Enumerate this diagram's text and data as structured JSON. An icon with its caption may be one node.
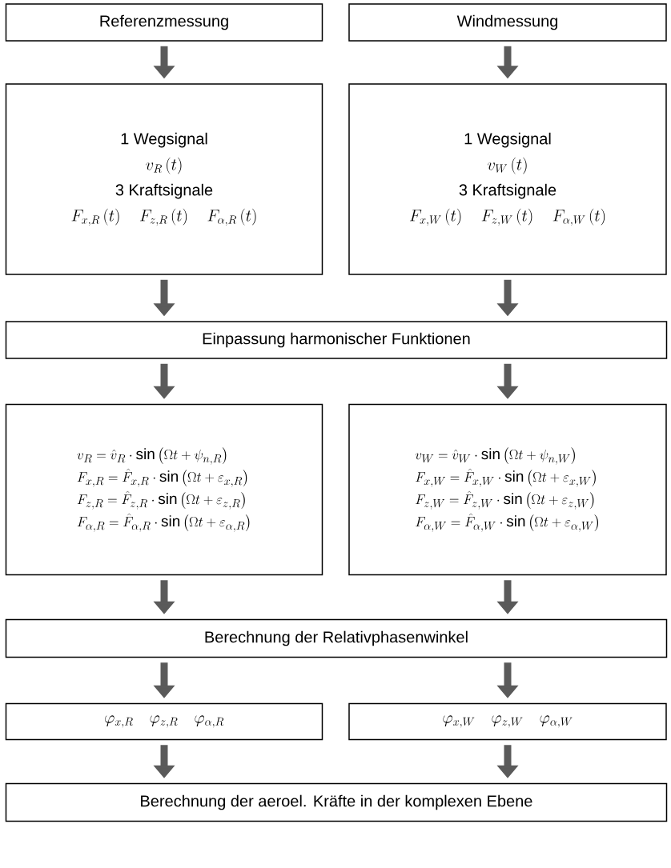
{
  "diagram": {
    "nodes": [
      {
        "text": [
          "Referenzmessung"
        ]
      },
      {
        "text": [
          "Windmessung"
        ]
      },
      {
        "text": [
          "1 Wegsignal",
          "v_R\\left(t\\right)",
          "3 Kraftsignale",
          "F_{x,R}\\left(t\\right) \\quad F_{z,R}\\left(t\\right) \\quad F_{\\alpha,R}\\left(t\\right)"
        ]
      },
      {
        "text": [
          "1 Wegsignal",
          "v_W\\left(t\\right)",
          "3 Kraftsignale",
          "F_{x,W}\\left(t\\right) \\quad F_{z,W}\\left(t\\right) \\quad F_{\\alpha,W}\\left(t\\right)"
        ]
      },
      {
        "text": [
          "Einpassung harmonischer Funktionen"
        ]
      },
      {
        "text": [
          "v_R = \\hat{v}_R \\cdot \\sin\\left(\\Omega t + \\psi_{n,R}\\right)",
          "F_{x,R} = \\hat{F}_{x,R} \\cdot \\sin\\left(\\Omega t + \\varepsilon_{x,R}\\right)",
          "F_{z,R} = \\hat{F}_{z,R} \\cdot \\sin\\left(\\Omega t + \\varepsilon_{z,R}\\right)",
          "F_{\\alpha,R} = \\hat{F}_{\\alpha,R} \\cdot \\sin\\left(\\Omega t + \\varepsilon_{\\alpha,R}\\right)"
        ]
      },
      {
        "text": [
          "v_W = \\hat{v}_W \\cdot \\sin\\left(\\Omega t + \\psi_{n,W}\\right)",
          "F_{x,W} = \\hat{F}_{x,W} \\cdot \\sin\\left(\\Omega t + \\varepsilon_{x,W}\\right)",
          "F_{z,W} = \\hat{F}_{z,W} \\cdot \\sin\\left(\\Omega t + \\varepsilon_{z,W}\\right)",
          "F_{\\alpha,W} = \\hat{F}_{\\alpha,W} \\cdot \\sin\\left(\\Omega t + \\varepsilon_{\\alpha,W}\\right)"
        ]
      },
      {
        "text": [
          "Berechnung der Relativphasenwinkel"
        ]
      },
      {
        "text": [
          "\\varphi_{x,R} \\quad \\varphi_{z,R} \\quad \\varphi_{\\alpha,R}"
        ]
      },
      {
        "text": [
          "\\varphi_{x,W} \\quad \\varphi_{z,W} \\quad \\varphi_{\\alpha,W}"
        ]
      },
      {
        "text": [
          "Berechnung der aeroel. Kräfte in der komplexen Ebene"
        ]
      }
    ],
    "edges": [
      {
        "from": 0,
        "to": 2,
        "arrow": "to"
      },
      {
        "from": 1,
        "to": 3,
        "arrow": "to"
      },
      {
        "from": 2,
        "to": 4,
        "arrow": "to"
      },
      {
        "from": 3,
        "to": 4,
        "arrow": "to"
      },
      {
        "from": 4,
        "to": 5,
        "arrow": "to"
      },
      {
        "from": 4,
        "to": 6,
        "arrow": "to"
      },
      {
        "from": 5,
        "to": 7,
        "arrow": "to"
      },
      {
        "from": 6,
        "to": 7,
        "arrow": "to"
      },
      {
        "from": 7,
        "to": 8,
        "arrow": "to"
      },
      {
        "from": 7,
        "to": 9,
        "arrow": "to"
      },
      {
        "from": 8,
        "to": 10,
        "arrow": "to"
      },
      {
        "from": 9,
        "to": 10,
        "arrow": "to"
      }
    ]
  }
}
